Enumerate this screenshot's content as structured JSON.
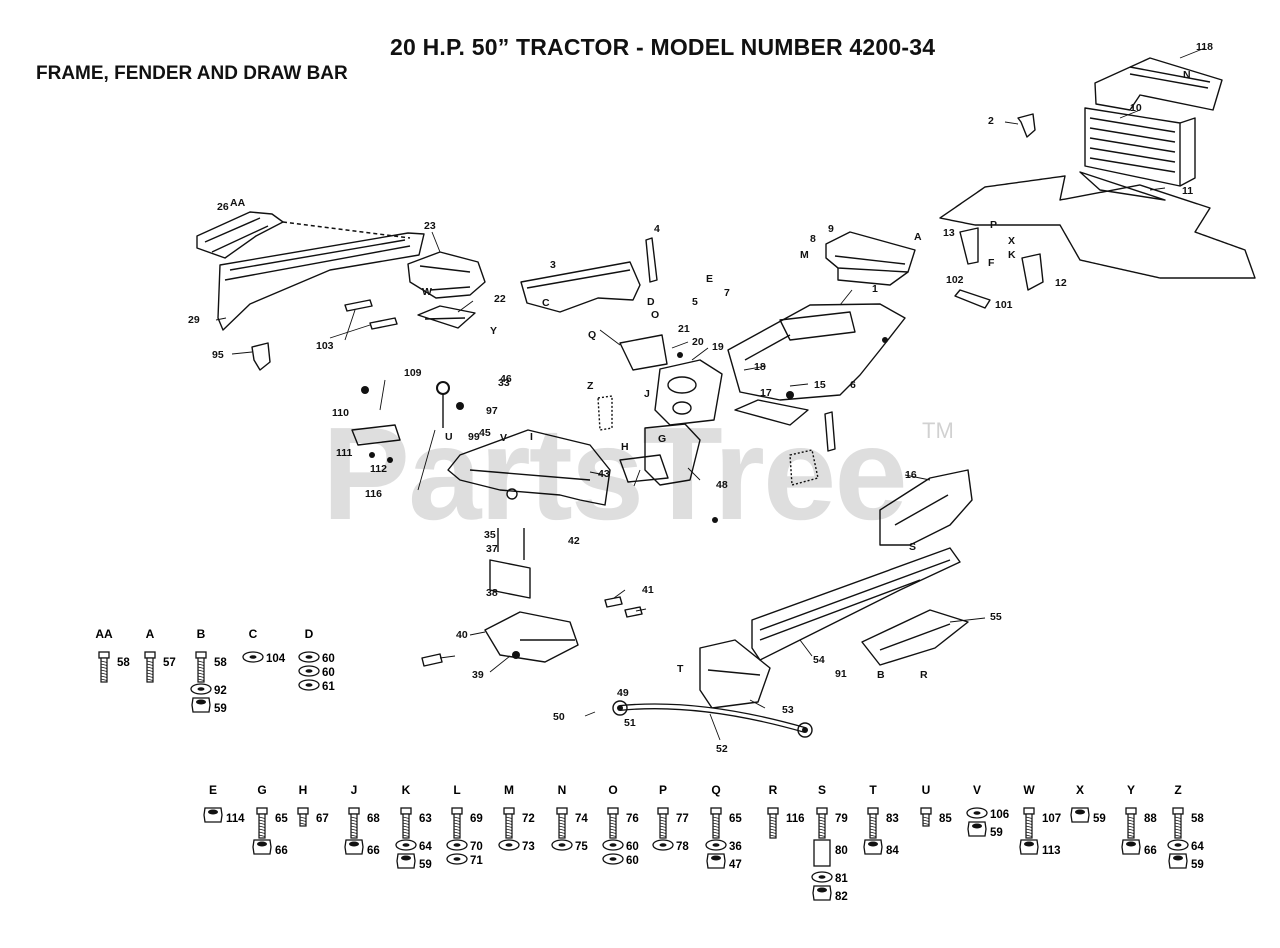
{
  "header": {
    "title": "20  H.P. 50” TRACTOR - MODEL NUMBER 4200-34",
    "subtitle": "FRAME, FENDER AND DRAW BAR"
  },
  "watermark": {
    "text": "PartsTree",
    "tm": "TM"
  },
  "callouts": [
    "118",
    "2",
    "10",
    "11",
    "26",
    "AA",
    "23",
    "4",
    "3",
    "9",
    "8",
    "M",
    "A",
    "13",
    "P",
    "X",
    "K",
    "102",
    "12",
    "101",
    "E",
    "7",
    "5",
    "S",
    "Y",
    "22",
    "C",
    "D",
    "21",
    "20",
    "19",
    "1",
    "18",
    "17",
    "15",
    "6",
    "29",
    "103",
    "95",
    "109",
    "46",
    "33",
    "110",
    "97",
    "99",
    "111",
    "112",
    "116",
    "U",
    "V",
    "Z",
    "T",
    "J",
    "G",
    "H",
    "43",
    "45",
    "48",
    "16",
    "35",
    "42",
    "37",
    "38",
    "41",
    "40",
    "39",
    "55",
    "54",
    "91",
    "B",
    "R",
    "53",
    "49",
    "50",
    "51",
    "52",
    "I",
    "F",
    "Q",
    "W",
    "O",
    "N"
  ],
  "legend_top": [
    {
      "letter": "AA",
      "parts": [
        "58"
      ]
    },
    {
      "letter": "A",
      "parts": [
        "57"
      ]
    },
    {
      "letter": "B",
      "parts": [
        "58",
        "92",
        "59"
      ]
    },
    {
      "letter": "C",
      "parts": [
        "104"
      ]
    },
    {
      "letter": "D",
      "parts": [
        "60",
        "60",
        "61"
      ]
    }
  ],
  "legend_bottom": [
    {
      "letter": "E",
      "parts": [
        "114"
      ]
    },
    {
      "letter": "G",
      "parts": [
        "65",
        "66"
      ]
    },
    {
      "letter": "H",
      "parts": [
        "67"
      ]
    },
    {
      "letter": "J",
      "parts": [
        "68",
        "66"
      ]
    },
    {
      "letter": "K",
      "parts": [
        "63",
        "64",
        "59"
      ]
    },
    {
      "letter": "L",
      "parts": [
        "69",
        "70",
        "71"
      ]
    },
    {
      "letter": "M",
      "parts": [
        "72",
        "73"
      ]
    },
    {
      "letter": "N",
      "parts": [
        "74",
        "75"
      ]
    },
    {
      "letter": "O",
      "parts": [
        "76",
        "60",
        "60"
      ]
    },
    {
      "letter": "P",
      "parts": [
        "77",
        "78"
      ]
    },
    {
      "letter": "Q",
      "parts": [
        "65",
        "36",
        "47"
      ]
    },
    {
      "letter": "R",
      "parts": [
        "116"
      ]
    },
    {
      "letter": "S",
      "parts": [
        "79",
        "80",
        "81",
        "82"
      ]
    },
    {
      "letter": "T",
      "parts": [
        "83",
        "84"
      ]
    },
    {
      "letter": "U",
      "parts": [
        "85"
      ]
    },
    {
      "letter": "V",
      "parts": [
        "106",
        "59"
      ]
    },
    {
      "letter": "W",
      "parts": [
        "107",
        "113"
      ]
    },
    {
      "letter": "X",
      "parts": [
        "59"
      ]
    },
    {
      "letter": "Y",
      "parts": [
        "88",
        "66"
      ]
    },
    {
      "letter": "Z",
      "parts": [
        "58",
        "64",
        "59"
      ]
    }
  ]
}
